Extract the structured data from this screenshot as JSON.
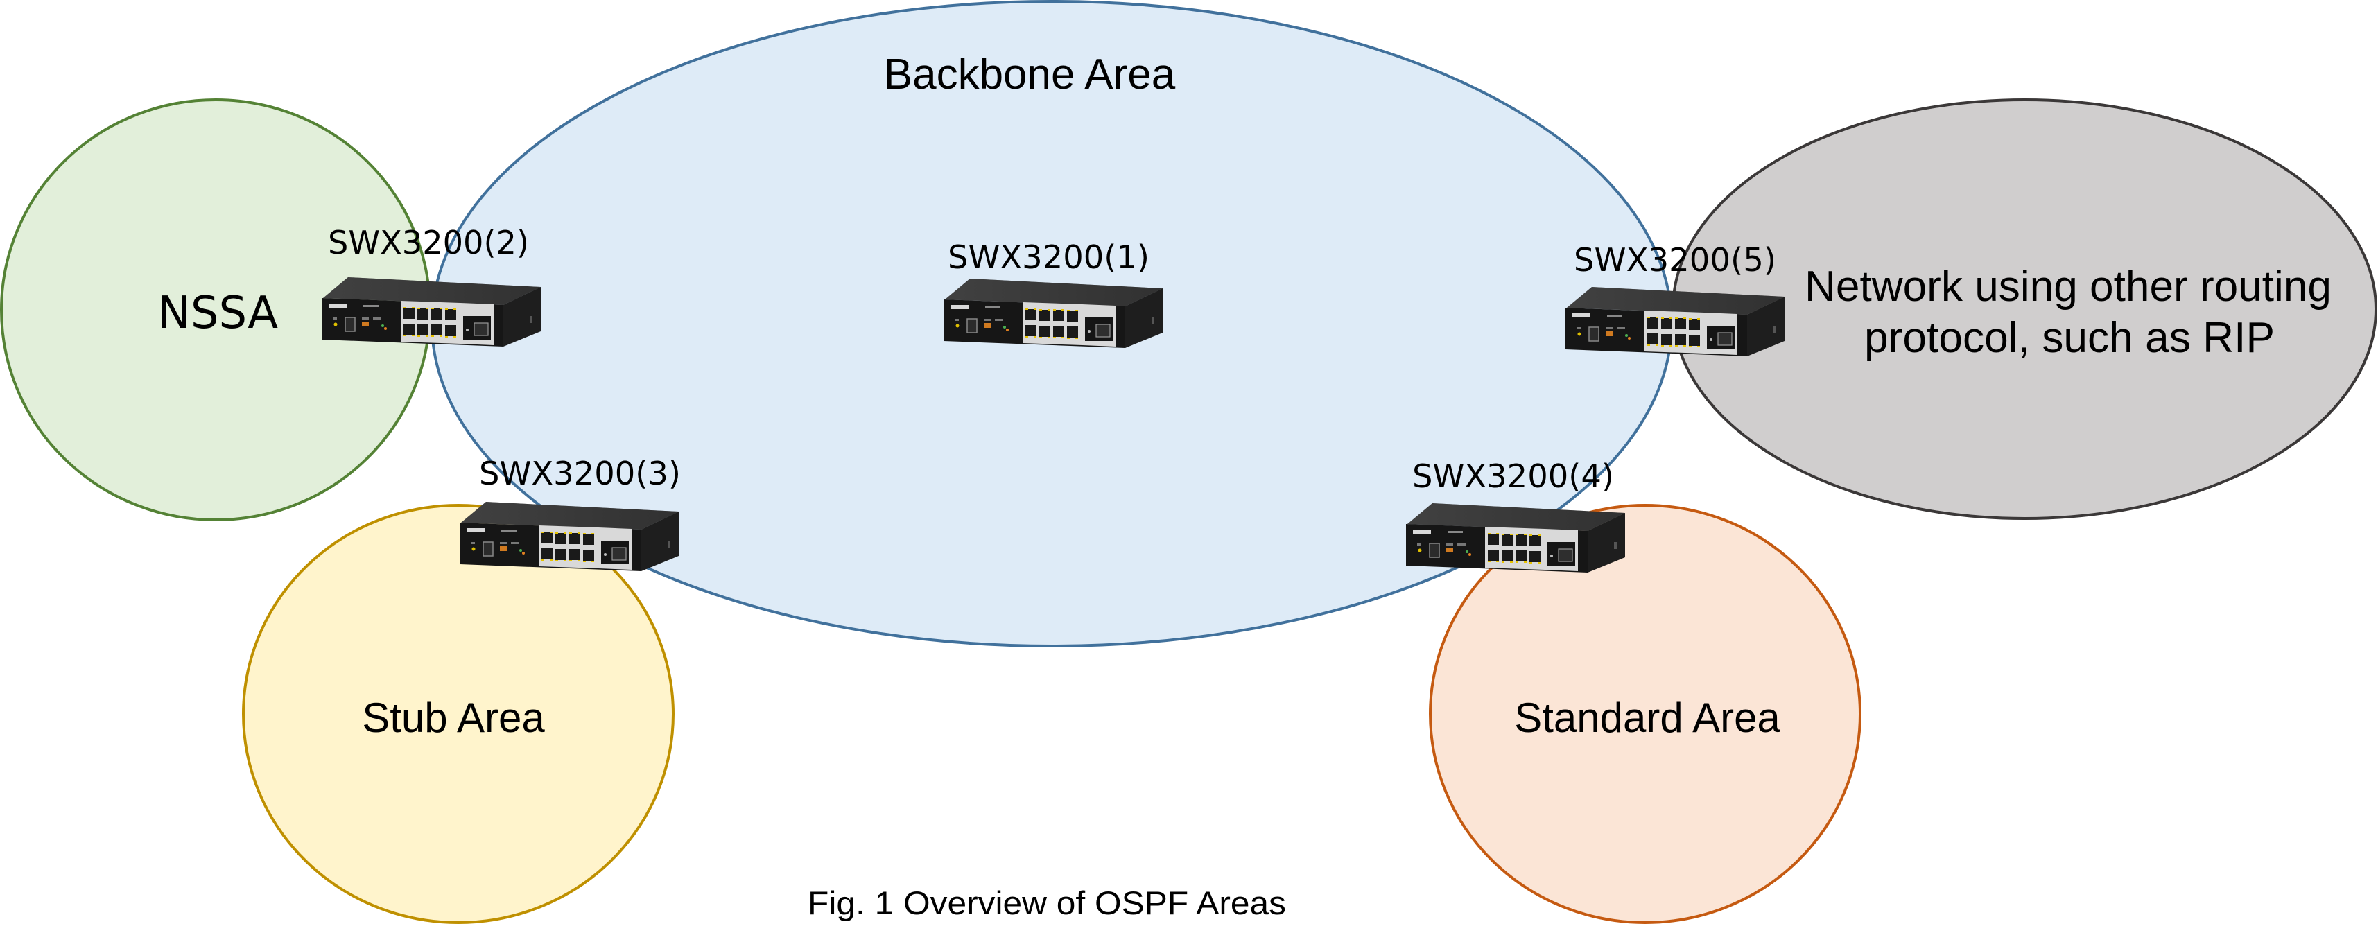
{
  "figure": {
    "caption": "Fig. 1 Overview of OSPF Areas"
  },
  "areas": {
    "backbone": {
      "label": "Backbone Area",
      "fill": "#deebf7",
      "stroke": "#41719c"
    },
    "nssa": {
      "label": "NSSA",
      "fill": "#e2efda",
      "stroke": "#548235"
    },
    "stub": {
      "label": "Stub Area",
      "fill": "#fff4cc",
      "stroke": "#bf9000"
    },
    "standard": {
      "label": "Standard Area",
      "fill": "#fbe5d6",
      "stroke": "#c55a11"
    },
    "other": {
      "label_line1": "Network using other routing",
      "label_line2": "protocol, such as RIP",
      "fill": "#d0cece",
      "stroke": "#3b3838"
    }
  },
  "switches": [
    {
      "id": "sw1",
      "label": "SWX3200(1)",
      "icon": "network-switch-icon"
    },
    {
      "id": "sw2",
      "label": "SWX3200(2)",
      "icon": "network-switch-icon"
    },
    {
      "id": "sw3",
      "label": "SWX3200(3)",
      "icon": "network-switch-icon"
    },
    {
      "id": "sw4",
      "label": "SWX3200(4)",
      "icon": "network-switch-icon"
    },
    {
      "id": "sw5",
      "label": "SWX3200(5)",
      "icon": "network-switch-icon"
    }
  ]
}
